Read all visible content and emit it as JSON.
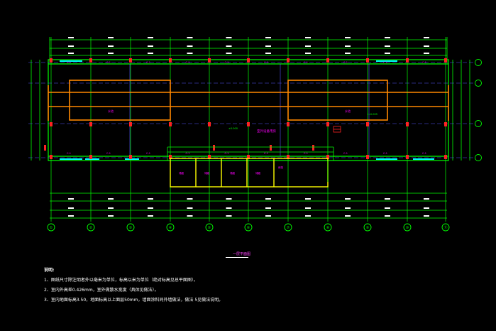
{
  "drawing": {
    "title": "一层平面图",
    "grid_bubbles": [
      "①",
      "②",
      "③",
      "④",
      "⑤",
      "⑥",
      "⑦",
      "⑧",
      "⑨",
      "⑩",
      "⑪"
    ],
    "room_labels": {
      "left_pool": "水池",
      "right_pool": "水池",
      "center": "室外设备用房",
      "elevation": "±0.000",
      "slope": "i=0.005"
    },
    "small_rooms": [
      "储藏",
      "储藏",
      "储藏",
      "储藏",
      "储藏"
    ],
    "canopy_label": "雨篷",
    "colors": {
      "grid": "#00ff00",
      "axis": "#5555ff",
      "wall": "#ff8800",
      "dim_text": "#ffffff",
      "magenta": "#ff00ff",
      "cyan": "#00ffff",
      "annex": "#ffff00",
      "red": "#ff0000"
    }
  },
  "notes": {
    "heading": "说明:",
    "items": [
      "1、图纸尺寸除注明者外以毫米为单位，标高以米为单位（绝对标高见总平面图）。",
      "2、室内外高差0.426mm，室外做散水宽度（具体见做法）。",
      "3、室内地面标高3.50，地面标高以上面层50mm，墙面涂料同外墙做法，做法 5见做法说明。"
    ]
  }
}
